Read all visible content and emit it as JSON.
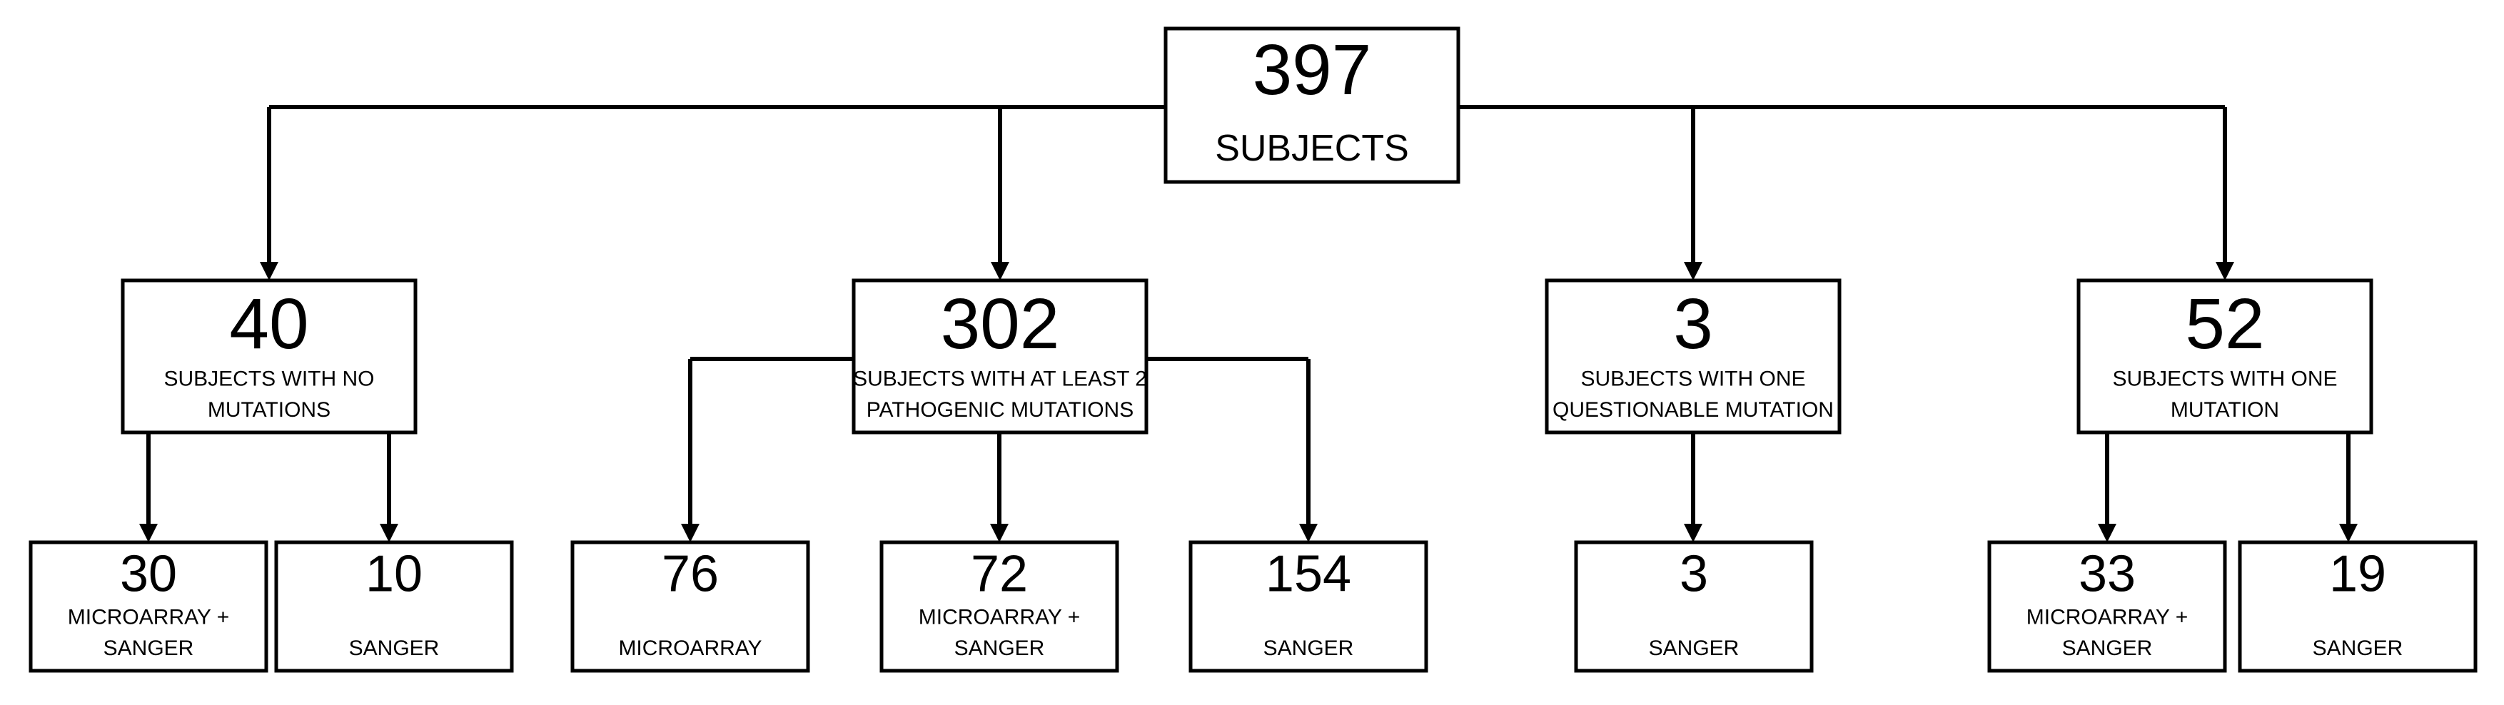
{
  "root": {
    "count": "397",
    "label": "SUBJECTS"
  },
  "groups": [
    {
      "count": "40",
      "label_lines": [
        "SUBJECTS WITH NO",
        "MUTATIONS"
      ],
      "children": [
        {
          "count": "30",
          "label_lines": [
            "MICROARRAY +",
            "SANGER"
          ]
        },
        {
          "count": "10",
          "label_lines": [
            "SANGER"
          ]
        }
      ]
    },
    {
      "count": "302",
      "label_lines": [
        "SUBJECTS WITH AT LEAST 2",
        "PATHOGENIC MUTATIONS"
      ],
      "children": [
        {
          "count": "76",
          "label_lines": [
            "MICROARRAY"
          ]
        },
        {
          "count": "72",
          "label_lines": [
            "MICROARRAY +",
            "SANGER"
          ]
        },
        {
          "count": "154",
          "label_lines": [
            "SANGER"
          ]
        }
      ]
    },
    {
      "count": "3",
      "label_lines": [
        "SUBJECTS WITH ONE",
        "QUESTIONABLE MUTATION"
      ],
      "children": [
        {
          "count": "3",
          "label_lines": [
            "SANGER"
          ]
        }
      ]
    },
    {
      "count": "52",
      "label_lines": [
        "SUBJECTS WITH ONE",
        "MUTATION"
      ],
      "children": [
        {
          "count": "33",
          "label_lines": [
            "MICROARRAY +",
            "SANGER"
          ]
        },
        {
          "count": "19",
          "label_lines": [
            "SANGER"
          ]
        }
      ]
    }
  ]
}
